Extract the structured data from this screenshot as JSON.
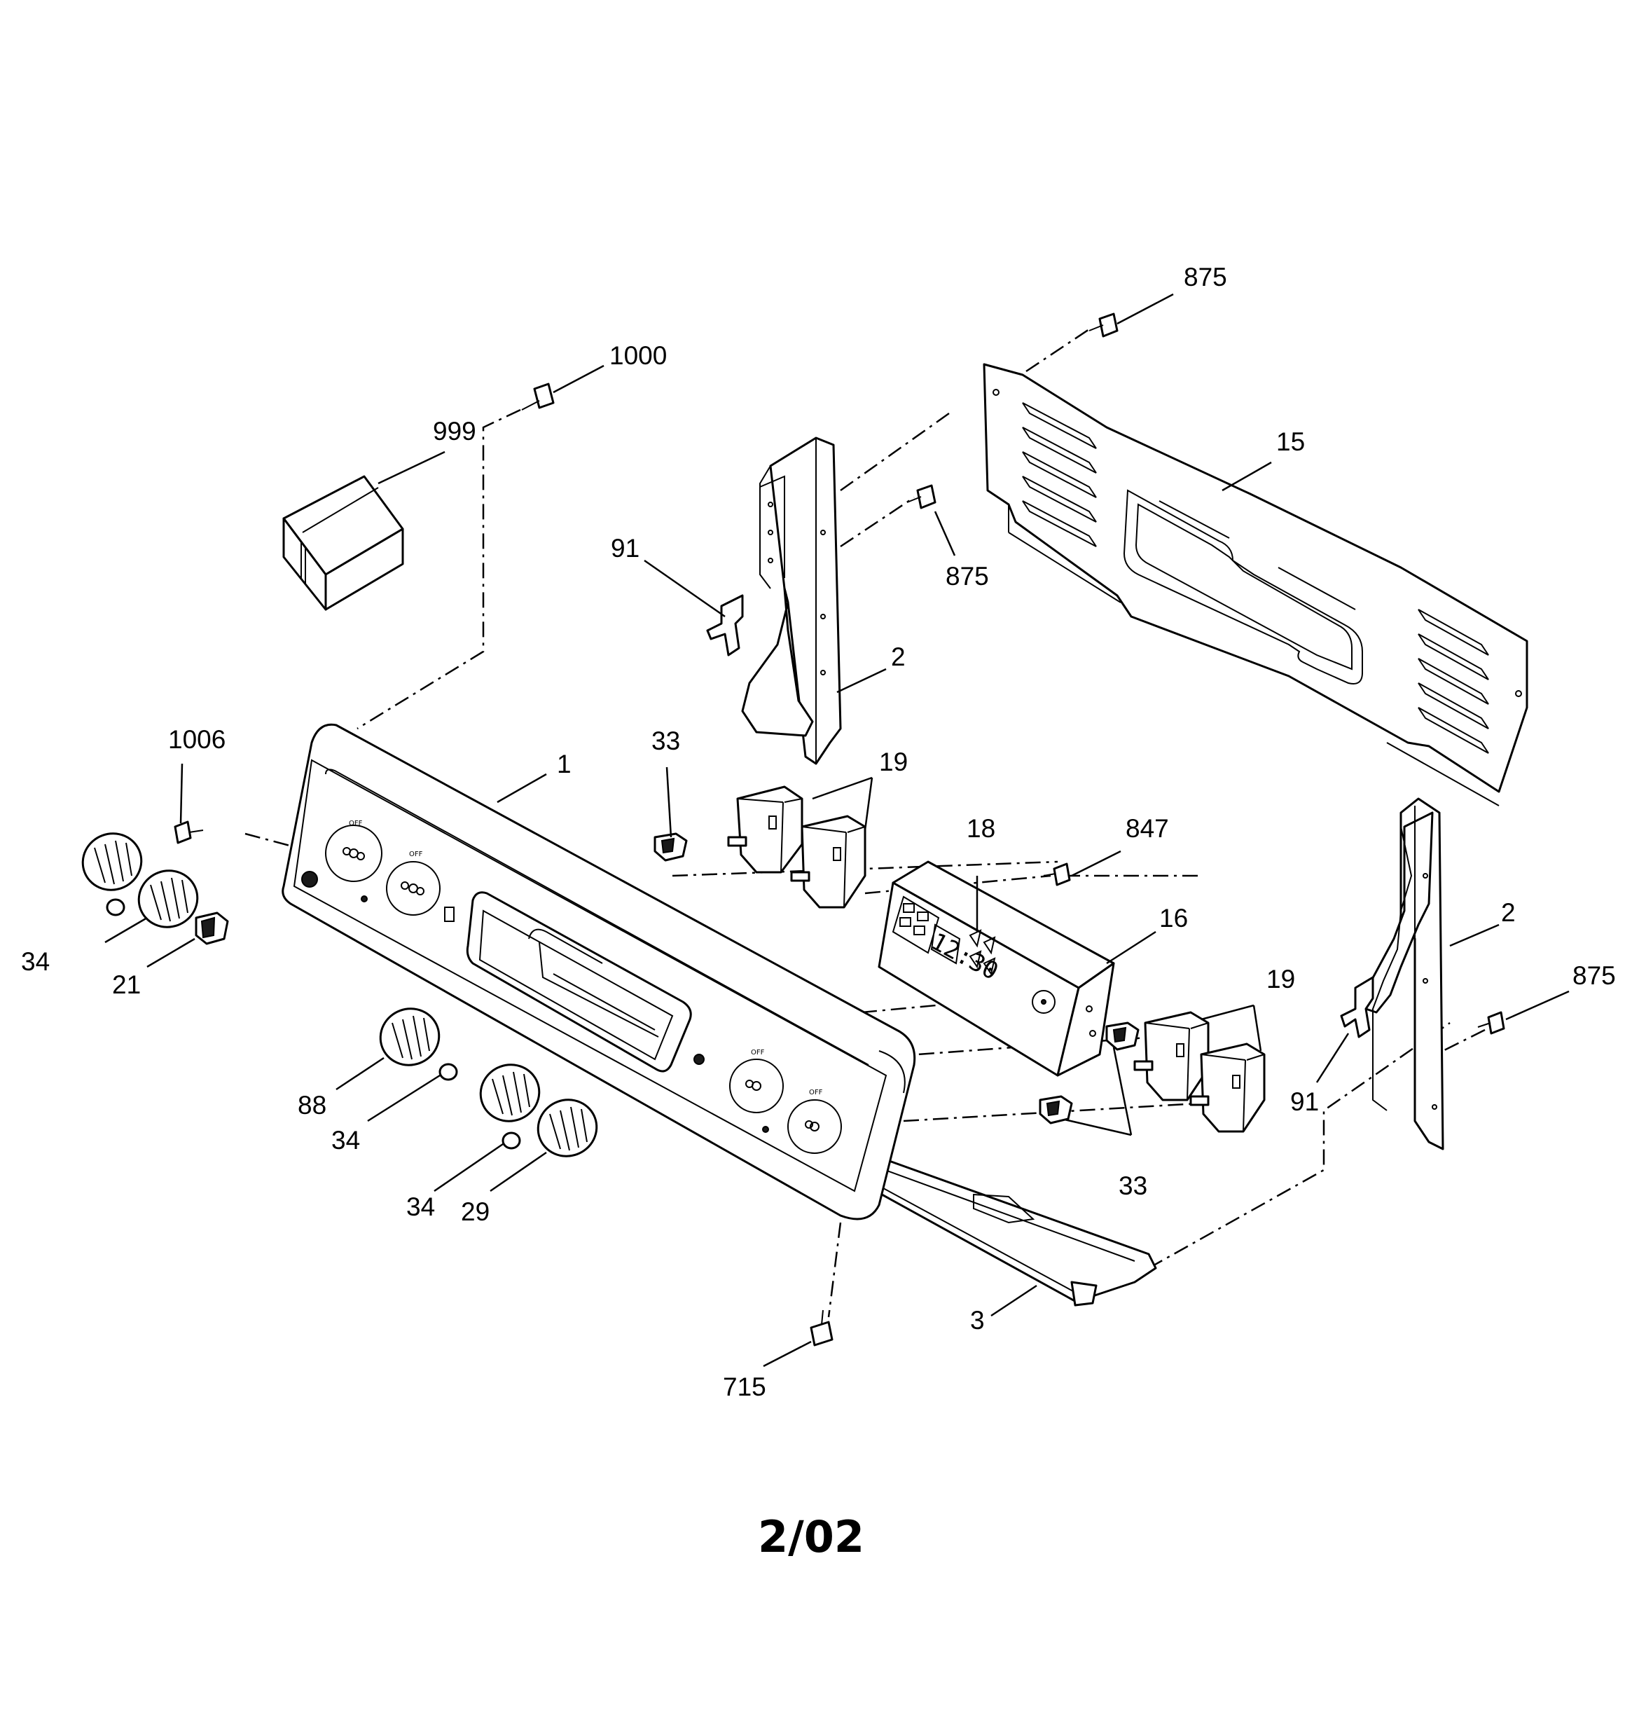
{
  "callouts": [
    {
      "id": "c875a",
      "text": "875"
    },
    {
      "id": "c1000",
      "text": "1000"
    },
    {
      "id": "c999",
      "text": "999"
    },
    {
      "id": "c15",
      "text": "15"
    },
    {
      "id": "c91a",
      "text": "91"
    },
    {
      "id": "c875b",
      "text": "875"
    },
    {
      "id": "c2a",
      "text": "2"
    },
    {
      "id": "c1006",
      "text": "1006"
    },
    {
      "id": "c1",
      "text": "1"
    },
    {
      "id": "c33a",
      "text": "33"
    },
    {
      "id": "c19a",
      "text": "19"
    },
    {
      "id": "c18",
      "text": "18"
    },
    {
      "id": "c847",
      "text": "847"
    },
    {
      "id": "c16",
      "text": "16"
    },
    {
      "id": "c2b",
      "text": "2"
    },
    {
      "id": "c875c",
      "text": "875"
    },
    {
      "id": "c34a",
      "text": "34"
    },
    {
      "id": "c21",
      "text": "21"
    },
    {
      "id": "c19b",
      "text": "19"
    },
    {
      "id": "c91b",
      "text": "91"
    },
    {
      "id": "c88",
      "text": "88"
    },
    {
      "id": "c34b",
      "text": "34"
    },
    {
      "id": "c34c",
      "text": "34"
    },
    {
      "id": "c29",
      "text": "29"
    },
    {
      "id": "c33b",
      "text": "33"
    },
    {
      "id": "c3",
      "text": "3"
    },
    {
      "id": "c715",
      "text": "715"
    }
  ],
  "display": {
    "clock": "12:30"
  },
  "footer": {
    "date_code": "2/02"
  }
}
